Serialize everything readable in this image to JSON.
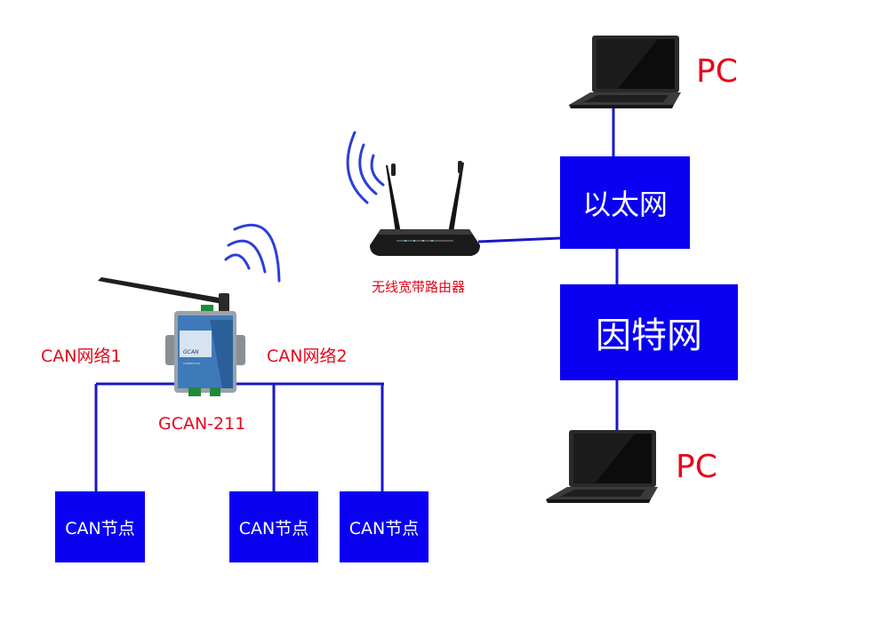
{
  "colors": {
    "line": "#1a18c8",
    "box": "#0a00f2",
    "box_text": "#ffffff",
    "label": "#e4081c",
    "wifi": "#2c3fd8"
  },
  "labels": {
    "pc_top": "PC",
    "pc_bottom": "PC",
    "ethernet": "以太网",
    "internet": "因特网",
    "router": "无线宽带路由器",
    "gateway": "GCAN-211",
    "can_network_1": "CAN网络1",
    "can_network_2": "CAN网络2",
    "can_nodes": [
      "CAN节点",
      "CAN节点",
      "CAN节点"
    ]
  },
  "device_print": {
    "brand": "GCAN",
    "model": "CANWIFI-211"
  },
  "icons": {
    "router": "wireless-router-icon",
    "gateway": "gcan-gateway-device-icon",
    "laptop": "laptop-icon",
    "wifi": "wifi-signal-icon"
  }
}
